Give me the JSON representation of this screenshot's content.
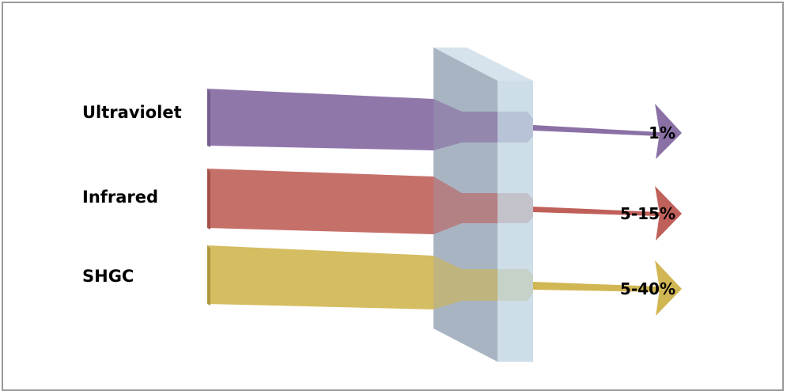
{
  "rows": [
    {
      "name": "Ultraviolet",
      "value": "1%",
      "color": "#8a70a5"
    },
    {
      "name": "Infrared",
      "value": "5-15%",
      "color": "#c0605a"
    },
    {
      "name": "SHGC",
      "value": "5-40%",
      "color": "#d1b754"
    }
  ],
  "glass": {
    "front_color": "#a0acbc",
    "side_color": "#c2d6e2"
  }
}
